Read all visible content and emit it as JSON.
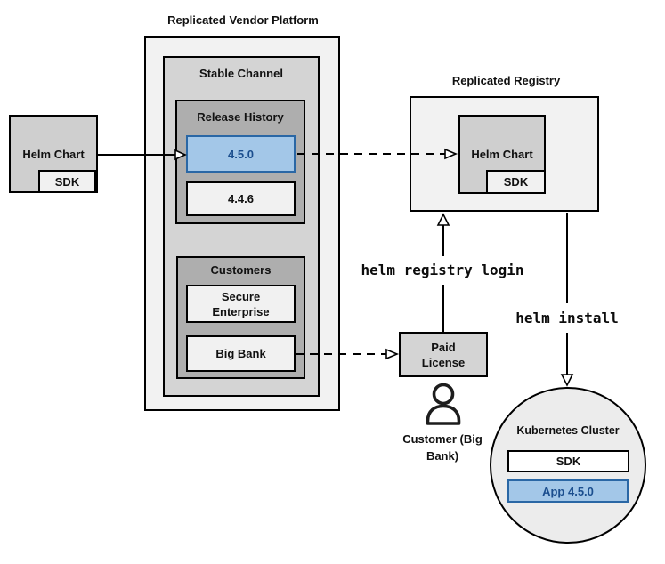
{
  "platform": {
    "title": "Replicated Vendor Platform",
    "stable_channel": {
      "label": "Stable Channel",
      "release_history": {
        "label": "Release History",
        "versions": [
          {
            "label": "4.5.0",
            "highlight": true
          },
          {
            "label": "4.4.6",
            "highlight": false
          }
        ]
      },
      "customers": {
        "label": "Customers",
        "items": [
          "Secure Enterprise",
          "Big Bank"
        ]
      }
    }
  },
  "source_chart": {
    "label": "Helm Chart",
    "sdk_label": "SDK"
  },
  "registry": {
    "title": "Replicated Registry",
    "chart_label": "Helm Chart",
    "sdk_label": "SDK"
  },
  "license": {
    "label": "Paid License"
  },
  "actor": {
    "label": "Customer (Big Bank)"
  },
  "commands": {
    "registry_login": "helm registry login",
    "install": "helm install"
  },
  "cluster": {
    "title": "Kubernetes Cluster",
    "sdk_label": "SDK",
    "app_label": "App 4.5.0"
  },
  "colors": {
    "accent_blue_fill": "#a3c7e8",
    "accent_blue_border": "#2a67a5",
    "accent_blue_text": "#1b4e8e",
    "gray_lightest": "#f2f2f2",
    "gray_light": "#d4d4d4",
    "gray_mid": "#cfcfcf",
    "gray_dark": "#aeaeae",
    "gray_inner": "#f1f1f1",
    "circle_fill": "#ececec"
  }
}
